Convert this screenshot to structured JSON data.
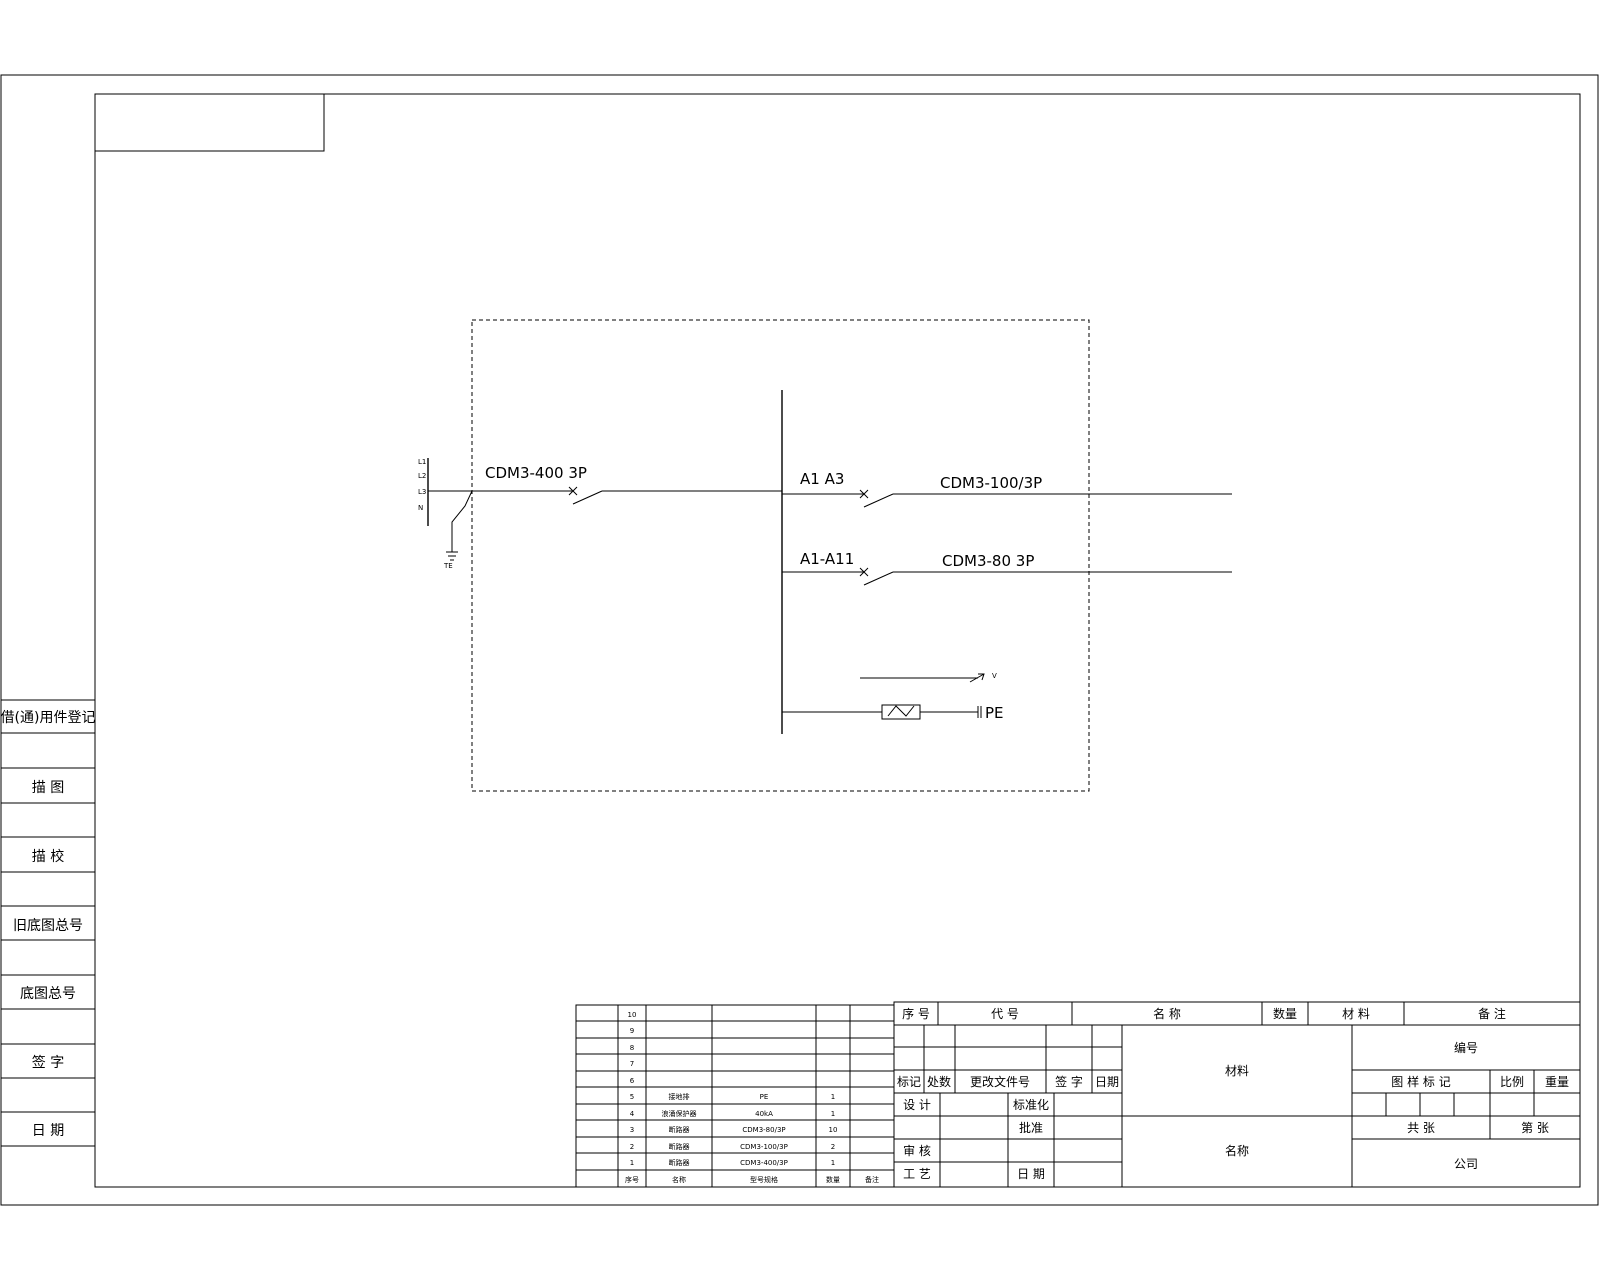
{
  "diagram": {
    "incoming_breaker": "CDM3-400 3P",
    "busbar_labels": [
      "L1",
      "L2",
      "L3",
      "N"
    ],
    "ground_label": "TE",
    "branch1_circuit": "A1 A3",
    "branch1_breaker": "CDM3-100/3P",
    "branch2_circuit": "A1-A11",
    "branch2_breaker": "CDM3-80 3P",
    "spd_mark": "V",
    "pe_label": "PE"
  },
  "side_panel": {
    "header": "借(通)用件登记",
    "rows": [
      "描 图",
      "描 校",
      "旧底图总号",
      "底图总号",
      "签 字",
      "日 期"
    ]
  },
  "parts_list": {
    "rows": [
      {
        "no": "1",
        "name": "断路器",
        "model": "CDM3-400/3P",
        "qty": "1"
      },
      {
        "no": "2",
        "name": "断路器",
        "model": "CDM3-100/3P",
        "qty": "2"
      },
      {
        "no": "3",
        "name": "断路器",
        "model": "CDM3-80/3P",
        "qty": "10"
      },
      {
        "no": "4",
        "name": "浪涌保护器",
        "model": "40kA",
        "qty": "1"
      },
      {
        "no": "5",
        "name": "接地排",
        "model": "PE",
        "qty": "1"
      },
      {
        "no": "6",
        "name": "",
        "model": "",
        "qty": ""
      },
      {
        "no": "7",
        "name": "",
        "model": "",
        "qty": ""
      },
      {
        "no": "8",
        "name": "",
        "model": "",
        "qty": ""
      },
      {
        "no": "9",
        "name": "",
        "model": "",
        "qty": ""
      },
      {
        "no": "10",
        "name": "",
        "model": "",
        "qty": ""
      }
    ],
    "header": {
      "no": "序号",
      "name": "名称",
      "model": "型号规格",
      "qty": "数量",
      "note": "备注"
    }
  },
  "title_block": {
    "col_no": "序 号",
    "col_code": "代 号",
    "col_name": "名 称",
    "col_qty": "数量",
    "col_material": "材 料",
    "col_remark": "备 注",
    "mark": "标记",
    "zones": "处数",
    "change_doc": "更改文件号",
    "sign": "签 字",
    "date": "日期",
    "design": "设 计",
    "standard": "标准化",
    "check": "审 核",
    "approve": "批准",
    "process": "工 艺",
    "date2": "日 期",
    "material": "材料",
    "drawing_name": "名称",
    "code": "编号",
    "stage_mark": "图 样 标 记",
    "scale": "比例",
    "weight": "重量",
    "total_sheets": "共 张",
    "sheet_no": "第 张",
    "company": "公司"
  }
}
